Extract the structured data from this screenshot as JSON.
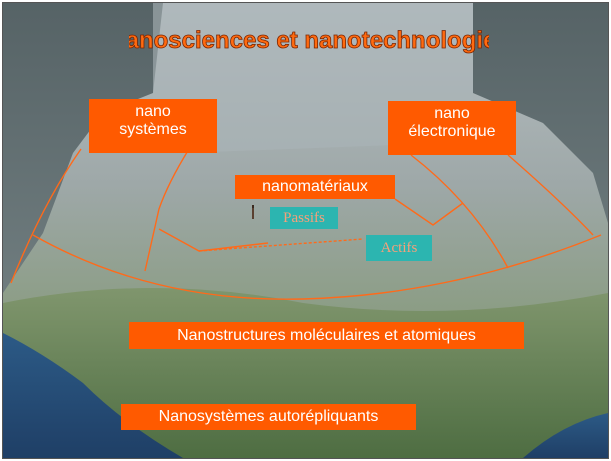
{
  "title": "Nanosciences et nanotechnologies",
  "labels": {
    "nanosystemes": [
      "nano",
      "systèmes"
    ],
    "nanoelectronique": [
      "nano",
      "électronique"
    ],
    "nanomateriaux": "nanomatériaux",
    "passifs": "Passifs",
    "actifs": "Actifs",
    "nanostructures": "Nanostructures moléculaires et atomiques",
    "autorepliquants": "Nanosystèmes autorépliquants"
  },
  "colors": {
    "label_bg": "#ff5a00",
    "teal_bg": "#2cb5b0",
    "line": "#ff6a1a",
    "title_fill": "#ff6a10"
  }
}
